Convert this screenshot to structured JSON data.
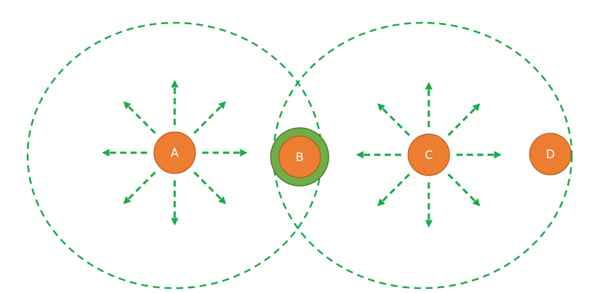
{
  "colors": {
    "range": "#1aaa4a",
    "arrow": "#1aaa4a",
    "node_fill": "#ed7d31",
    "node_stroke": "#b45a1c",
    "node_text": "#ffffff",
    "highlight_ring": "#70ad47",
    "highlight_ring_stroke": "#4e7a2f"
  },
  "nodes": [
    {
      "id": "A",
      "label": "A",
      "broadcasting": true,
      "highlighted": false
    },
    {
      "id": "B",
      "label": "B",
      "broadcasting": false,
      "highlighted": true
    },
    {
      "id": "C",
      "label": "C",
      "broadcasting": true,
      "highlighted": false
    },
    {
      "id": "D",
      "label": "D",
      "broadcasting": false,
      "highlighted": false
    }
  ]
}
